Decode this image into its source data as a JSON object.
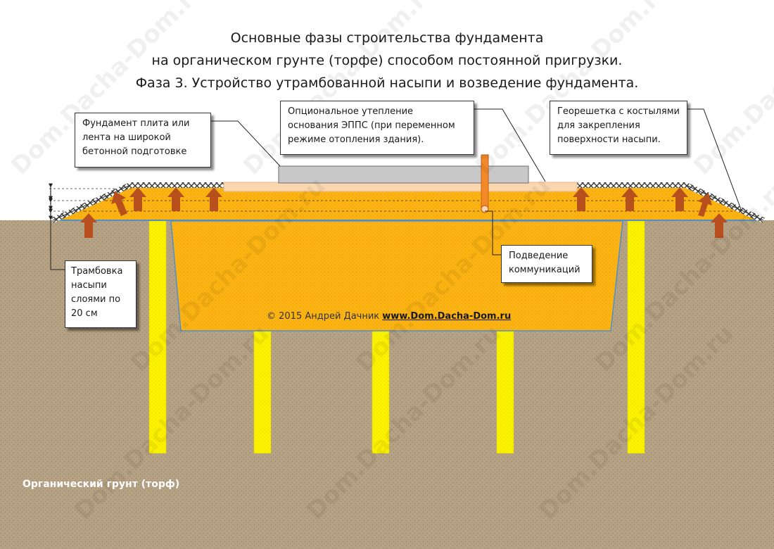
{
  "title": {
    "line1": "Основные фазы строительства фундамента",
    "line2": "на органическом грунте (торфе) способом постоянной пригрузки.",
    "line3": "Фаза 3. Устройство утрамбованной насыпи и возведение фундамента."
  },
  "callouts": {
    "foundation": [
      "Фундамент плита  или",
      "лента на широкой",
      "бетонной подготовке"
    ],
    "insulation": [
      "Опциональное утепление",
      "основания ЭППС (при переменном",
      "режиме отопления здания)."
    ],
    "geogrid": [
      "Георешетка с костылями",
      "для закрепления",
      "поверхности насыпи."
    ],
    "utilities": [
      "Подведение",
      "коммуникаций"
    ],
    "compaction": [
      "Трамбовка",
      "насыпи",
      "слоями по",
      "20 см"
    ]
  },
  "copyright": {
    "prefix": "© 2015 Андрей Дачник ",
    "link": "www.Dom.Dacha-Dom.ru"
  },
  "soil_label": "Органический грунт (торф)",
  "watermark": "Dom.Dacha-Dom.ru",
  "colors": {
    "soil": "#b5a183",
    "fill": "#fbb414",
    "pile": "#fbf200",
    "slab": "#c8c8c8",
    "insulation": "#fbd7b0",
    "arrow": "#b8501e",
    "pipe": "#f28a2a",
    "water_line": "#4f8fcc"
  }
}
